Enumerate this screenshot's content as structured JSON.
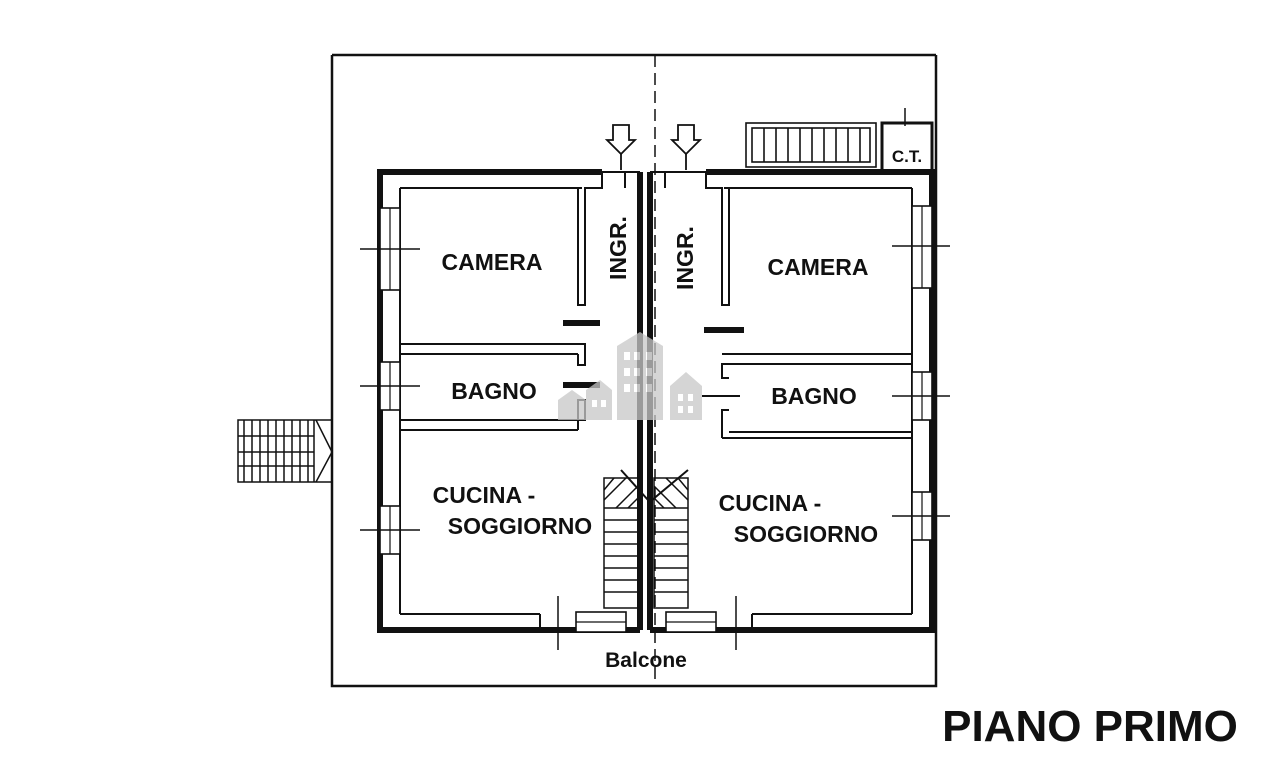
{
  "floor_title": "PIANO PRIMO",
  "rooms": {
    "left": {
      "camera": "CAMERA",
      "ingresso": "INGR.",
      "bagno": "BAGNO",
      "cucina_line1": "CUCINA -",
      "cucina_line2": "SOGGIORNO"
    },
    "right": {
      "camera": "CAMERA",
      "ingresso": "INGR.",
      "bagno": "BAGNO",
      "cucina_line1": "CUCINA -",
      "cucina_line2": "SOGGIORNO"
    }
  },
  "balcone": "Balcone",
  "ct": "C.T.",
  "watermark_icon": "house-watermark-icon"
}
